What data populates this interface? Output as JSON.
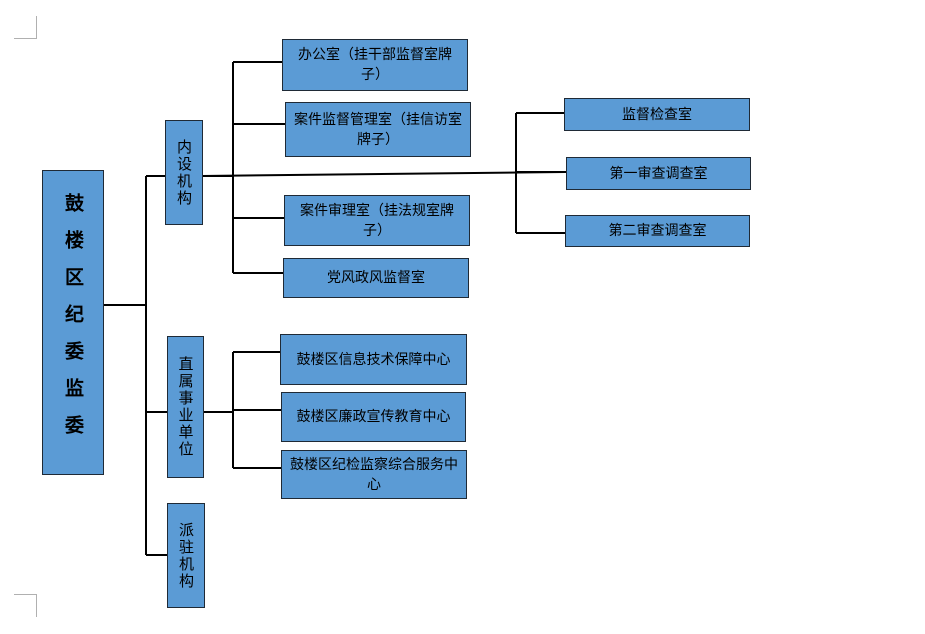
{
  "org_chart": {
    "root": "鼓楼区纪委监委",
    "branches": [
      {
        "label": "内设机构",
        "children": [
          "办公室（挂干部监督室牌子）",
          "案件监督管理室（挂信访室牌子）",
          "案件审理室（挂法规室牌子）",
          "党风政风监督室"
        ],
        "review_offices": [
          "监督检查室",
          "第一审查调查室",
          "第二审查调查室"
        ]
      },
      {
        "label": "直属事业单位",
        "children": [
          "鼓楼区信息技术保障中心",
          "鼓楼区廉政宣传教育中心",
          "鼓楼区纪检监察综合服务中心"
        ]
      },
      {
        "label": "派驻机构"
      }
    ]
  },
  "colors": {
    "box_fill": "#5b9bd5",
    "box_border": "#1f2a36",
    "connector": "#000000",
    "page_background": "#ffffff"
  }
}
